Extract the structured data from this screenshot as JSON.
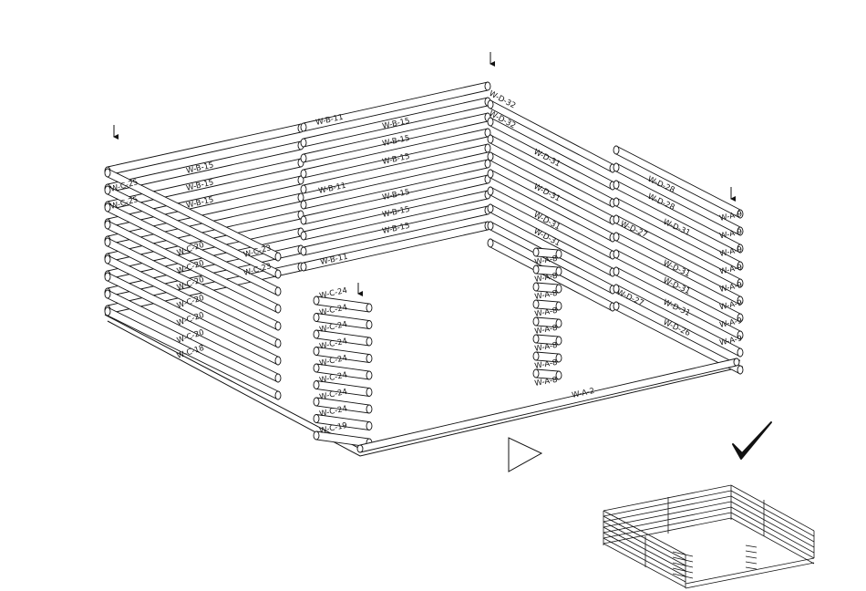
{
  "labels": {
    "left_top": [
      "W-B-15",
      "W-B-15",
      "W-B-15"
    ],
    "left_corner": [
      "W-C-25",
      "W-C-25"
    ],
    "left_end": [
      "W-C-20",
      "W-C-20",
      "W-C-20",
      "W-C-20",
      "W-C-20",
      "W-C-20",
      "W-C-18"
    ],
    "left_mid": [
      "W-C-23",
      "W-C-23"
    ],
    "back": [
      "W-B-11",
      "W-B-15",
      "W-B-15",
      "W-B-15",
      "W-B-11",
      "W-B-15",
      "W-B-15",
      "W-B-15",
      "W-B-11"
    ],
    "right_back": [
      "W-D-32",
      "W-D-32",
      "W-D-31",
      "W-D-31",
      "W-D-31",
      "W-D-31"
    ],
    "right_side": [
      "W-D-28",
      "W-D-28",
      "W-D-27",
      "W-D-31",
      "W-D-31",
      "W-D-31",
      "W-D-31",
      "W-D-27",
      "W-D-26"
    ],
    "right_end": [
      "W-A-9",
      "W-A-9",
      "W-A-9",
      "W-A-9",
      "W-A-9",
      "W-A-9",
      "W-A-9",
      "W-A-9"
    ],
    "door_left": [
      "W-C-24",
      "W-C-24",
      "W-C-24",
      "W-C-24",
      "W-C-24",
      "W-C-24",
      "W-C-24",
      "W-C-24",
      "W-C-19"
    ],
    "door_right": [
      "W-A-8",
      "W-A-8",
      "W-A-8",
      "W-A-8",
      "W-A-8",
      "W-A-8",
      "W-A-8",
      "W-A-8"
    ],
    "front_sill": "W-A-2"
  },
  "icons": {
    "next_step": "triangle-play-icon",
    "done": "checkmark-icon",
    "insert_markers": "down-arrow-icon"
  },
  "colors": {
    "line": "#111111",
    "paper": "#ffffff"
  }
}
